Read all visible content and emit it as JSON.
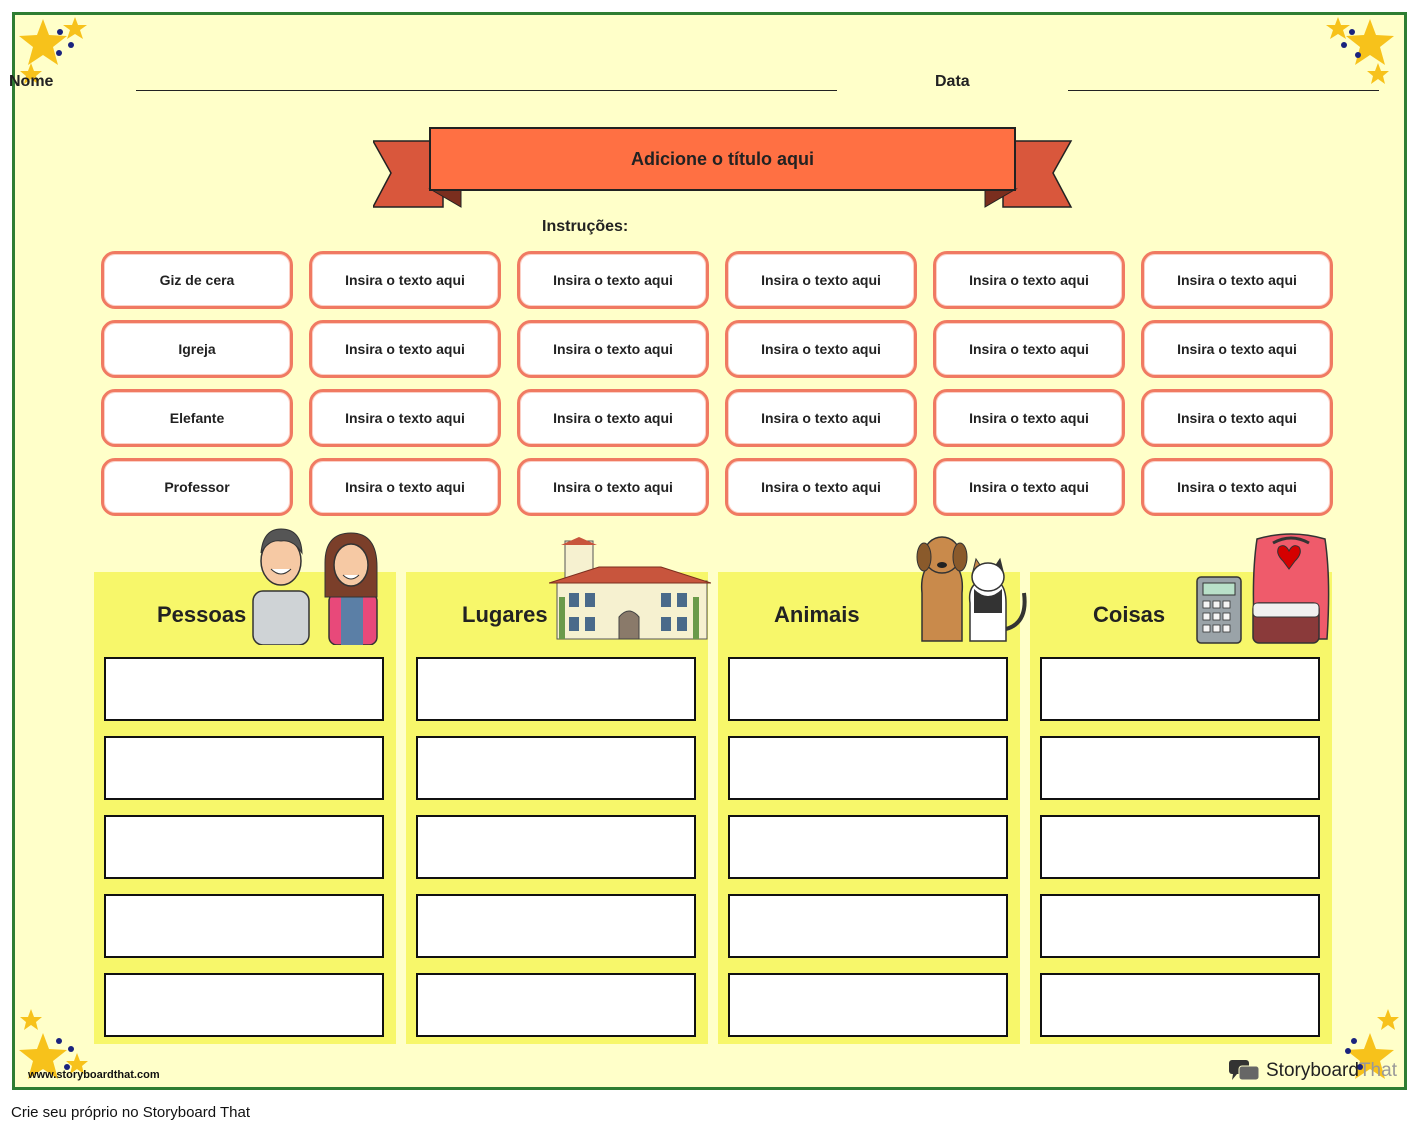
{
  "header": {
    "name_label": "Nome",
    "date_label": "Data"
  },
  "banner": {
    "title": "Adicione o título aqui"
  },
  "instructions_label": "Instruções:",
  "word_grid": [
    [
      "Giz de cera",
      "Insira o texto aqui",
      "Insira o texto aqui",
      "Insira o texto aqui",
      "Insira o texto aqui",
      "Insira o texto aqui"
    ],
    [
      "Igreja",
      "Insira o texto aqui",
      "Insira o texto aqui",
      "Insira o texto aqui",
      "Insira o texto aqui",
      "Insira o texto aqui"
    ],
    [
      "Elefante",
      "Insira o texto aqui",
      "Insira o texto aqui",
      "Insira o texto aqui",
      "Insira o texto aqui",
      "Insira o texto aqui"
    ],
    [
      "Professor",
      "Insira o texto aqui",
      "Insira o texto aqui",
      "Insira o texto aqui",
      "Insira o texto aqui",
      "Insira o texto aqui"
    ]
  ],
  "categories": [
    {
      "title": "Pessoas",
      "icon": "people-icon"
    },
    {
      "title": "Lugares",
      "icon": "building-icon"
    },
    {
      "title": "Animais",
      "icon": "dog-cat-icon"
    },
    {
      "title": "Coisas",
      "icon": "backpack-calculator-icon"
    }
  ],
  "answer_rows_per_category": 5,
  "watermark_url": "www.storyboardthat.com",
  "brand": {
    "name": "Storyboard",
    "name_suffix": "That"
  },
  "footer_text": "Crie seu próprio no Storyboard That",
  "colors": {
    "page_bg": "#ffffc9",
    "border": "#2e7d32",
    "banner": "#ff7043",
    "banner_dark": "#d9573c",
    "box_border": "#f07a62",
    "category_bg": "#f7f76a",
    "star": "#f7c21b"
  }
}
